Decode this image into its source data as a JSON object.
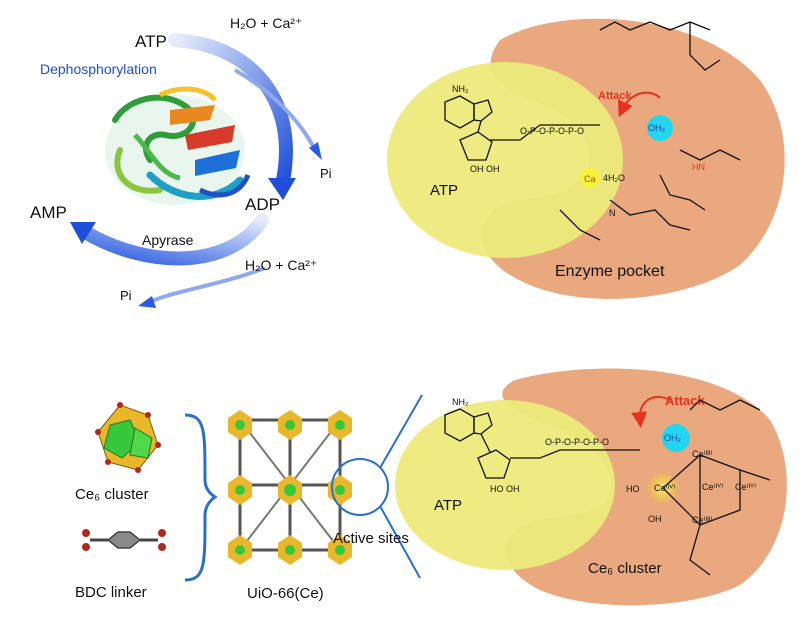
{
  "colors": {
    "accent_blue": "#1f4fd8",
    "pocket_fill": "#e9a87e",
    "substrate_fill": "#ecea7a",
    "attack_red": "#e8321e",
    "water_cyan": "#23d6f0",
    "ce_green": "#36c83a",
    "ce_yellow": "#e8b82a"
  },
  "top_left": {
    "atp": "ATP",
    "adp": "ADP",
    "amp": "AMP",
    "dephos": "Dephosphorylation",
    "enzyme": "Apyrase",
    "h2o_ca_1": "H₂O + Ca²⁺",
    "h2o_ca_2": "H₂O + Ca²⁺",
    "pi_1": "Pi",
    "pi_2": "Pi"
  },
  "top_right": {
    "atp": "ATP",
    "attack": "Attack",
    "pocket": "Enzyme pocket",
    "nh2": "NH₂",
    "oh2": "OH₂",
    "ca": "Ca",
    "h2o4": "4H₂O",
    "hn": "HN",
    "n": "N"
  },
  "bottom_left": {
    "ce6": "Ce₆ cluster",
    "bdc": "BDC linker",
    "uio": "UiO-66(Ce)",
    "active_sites": "Active sites"
  },
  "bottom_right": {
    "atp": "ATP",
    "attack": "Attack",
    "cluster": "Ce₆ cluster",
    "nh2": "NH₂",
    "oh2": "OH₂",
    "ce_iv": "Ce⁽ᴵⱽ⁾",
    "ce_iii_a": "Ce⁽ᴵᴵᴵ⁾",
    "ce_iv_b": "Ce⁽ᴵⱽ⁾",
    "ce_iv_c": "Ce⁽ᴵⱽ⁾",
    "ce_iii_b": "Ce⁽ᴵᴵᴵ⁾",
    "ho": "HO",
    "oh": "OH"
  }
}
